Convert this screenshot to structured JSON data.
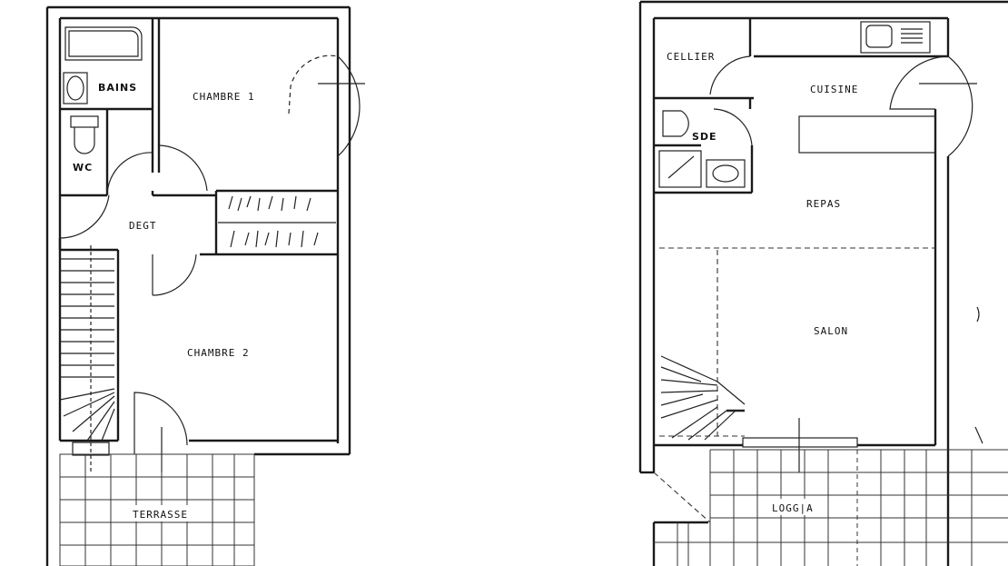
{
  "floor_upper": {
    "rooms": {
      "chambre1": "CHAMBRE   1",
      "bains": "BAINS",
      "wc": "WC",
      "degt": "DEGT",
      "chambre2": "CHAMBRE   2",
      "terrasse": "TERRASSE"
    }
  },
  "floor_lower": {
    "rooms": {
      "cellier": "CELLIER",
      "cuisine": "CUISINE",
      "sde": "SDE",
      "repas": "REPAS",
      "salon": "SALON",
      "loggia": "LOGG|A"
    }
  }
}
